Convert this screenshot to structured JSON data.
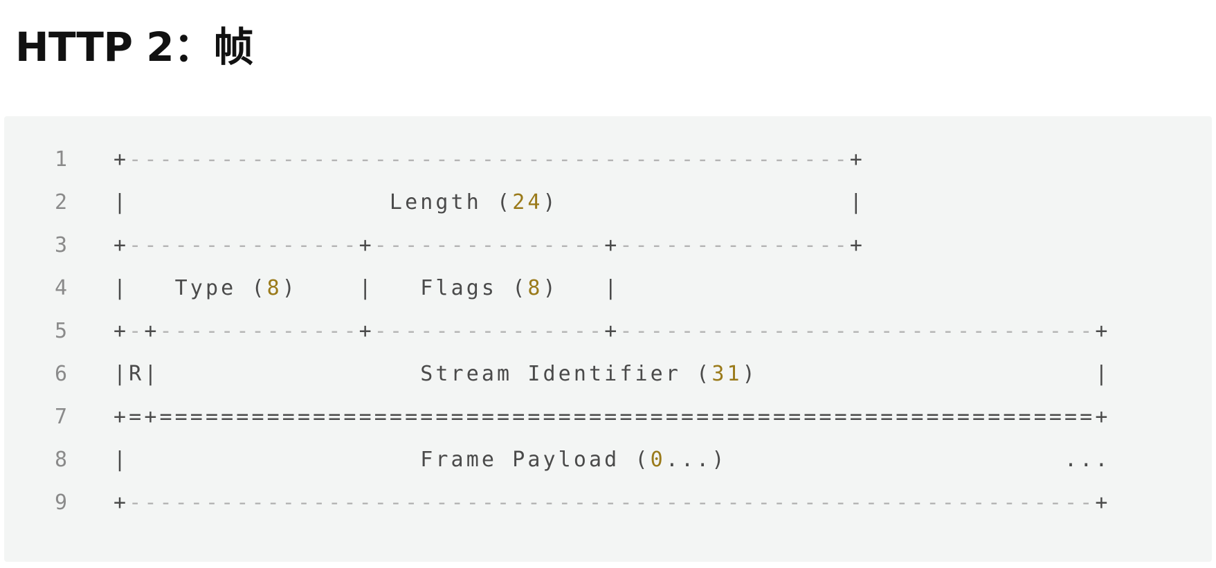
{
  "title": "HTTP 2：帧",
  "code": {
    "lines": [
      {
        "number": "1",
        "text": "+-----------------------------------------------+"
      },
      {
        "number": "2",
        "text": "|                 Length (24)                   |"
      },
      {
        "number": "3",
        "text": "+---------------+---------------+---------------+"
      },
      {
        "number": "4",
        "text": "|   Type (8)    |   Flags (8)   |"
      },
      {
        "number": "5",
        "text": "+-+-------------+---------------+-------------------------------+"
      },
      {
        "number": "6",
        "text": "|R|                 Stream Identifier (31)                      |"
      },
      {
        "number": "7",
        "text": "+=+=============================================================+"
      },
      {
        "number": "8",
        "text": "|                   Frame Payload (0...)                      ..."
      },
      {
        "number": "9",
        "text": "+---------------------------------------------------------------+"
      }
    ]
  },
  "colors": {
    "background": "#f3f5f4",
    "text": "#4a4a4a",
    "dash": "#b5b5b5",
    "number": "#9a7a1a",
    "line_number": "#8a8a8a"
  }
}
